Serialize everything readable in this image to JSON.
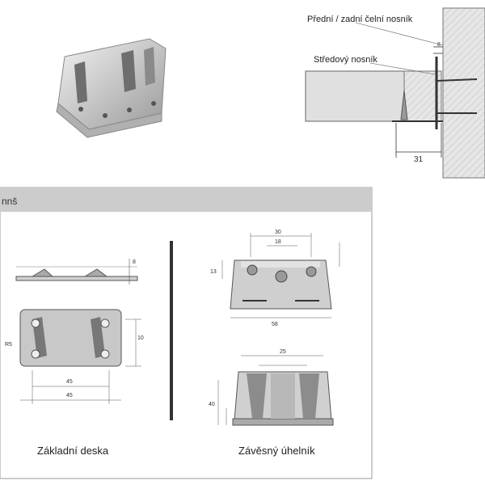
{
  "header": {
    "title": "nnš"
  },
  "install_diagram": {
    "label_front_rear": "Přední / zadní čelní nosník",
    "label_middle": "Středový nosník",
    "dim_8": "8",
    "dim_31": "31"
  },
  "base_plate": {
    "caption": "Základní deska",
    "dims": {
      "a": "8",
      "b": "45",
      "c": "10",
      "d": "45",
      "e": "R5"
    }
  },
  "hanging_bracket": {
    "caption": "Závěsný úhelník",
    "dims": {
      "top": "30",
      "top_inner": "18",
      "left": "13",
      "width": "58",
      "height": "40",
      "inner_top": "25"
    }
  },
  "colors": {
    "panel_header": "#cccccc",
    "panel_border": "#999999",
    "metal": "#c8c8c8",
    "wood": "#e0e0e0"
  }
}
